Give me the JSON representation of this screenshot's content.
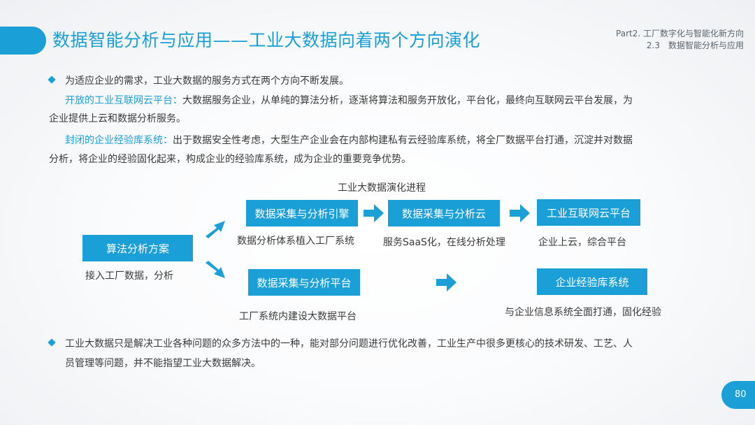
{
  "header": {
    "title": "数据智能分析与应用——工业大数据向着两个方向演化",
    "part_line1": "Part2. 工厂数字化与智能化新方向",
    "part_line2": "2.3　数据智能分析与应用"
  },
  "intro": {
    "bullet_text": "为适应企业的需求，工业大数据的服务方式在两个方向不断发展。",
    "open_label": "开放的工业互联网云平台：",
    "open_text_1": "大数据服务企业，从单纯的算法分析，逐渐将算法和服务开放化，平台化，最终向互联网云平台发展，为",
    "open_text_2": "企业提供上云和数据分析服务。",
    "closed_label": "封闭的企业经验库系统：",
    "closed_text_1": "出于数据安全性考虑，大型生产企业会在内部构建私有云经验库系统，将全厂数据平台打通，沉淀并对数据",
    "closed_text_2": "分析，将企业的经验固化起来，构成企业的经验库系统，成为企业的重要竞争优势。"
  },
  "diagram": {
    "title": "工业大数据演化进程",
    "origin": {
      "label": "算法分析方案",
      "caption": "接入工厂数据，分析"
    },
    "top_row": [
      {
        "label": "数据采集与分析引擎",
        "caption": "数据分析体系植入工厂系统"
      },
      {
        "label": "数据采集与分析云",
        "caption": "服务SaaS化，在线分析处理"
      },
      {
        "label": "工业互联网云平台",
        "caption": "企业上云，综合平台"
      }
    ],
    "bottom_row": [
      {
        "label": "数据采集与分析平台",
        "caption": "工厂系统内建设大数据平台"
      },
      {
        "label": "企业经验库系统",
        "caption": "与企业信息系统全面打通，固化经验"
      }
    ],
    "accent_color": "#1a9fd6"
  },
  "footer_note": {
    "text_1": "工业大数据只是解决工业各种问题的众多方法中的一种，能对部分问题进行优化改善，工业生产中很多更核心的技术研发、工艺、人",
    "text_2": "员管理等问题，并不能指望工业大数据解决。"
  },
  "page_number": "80"
}
